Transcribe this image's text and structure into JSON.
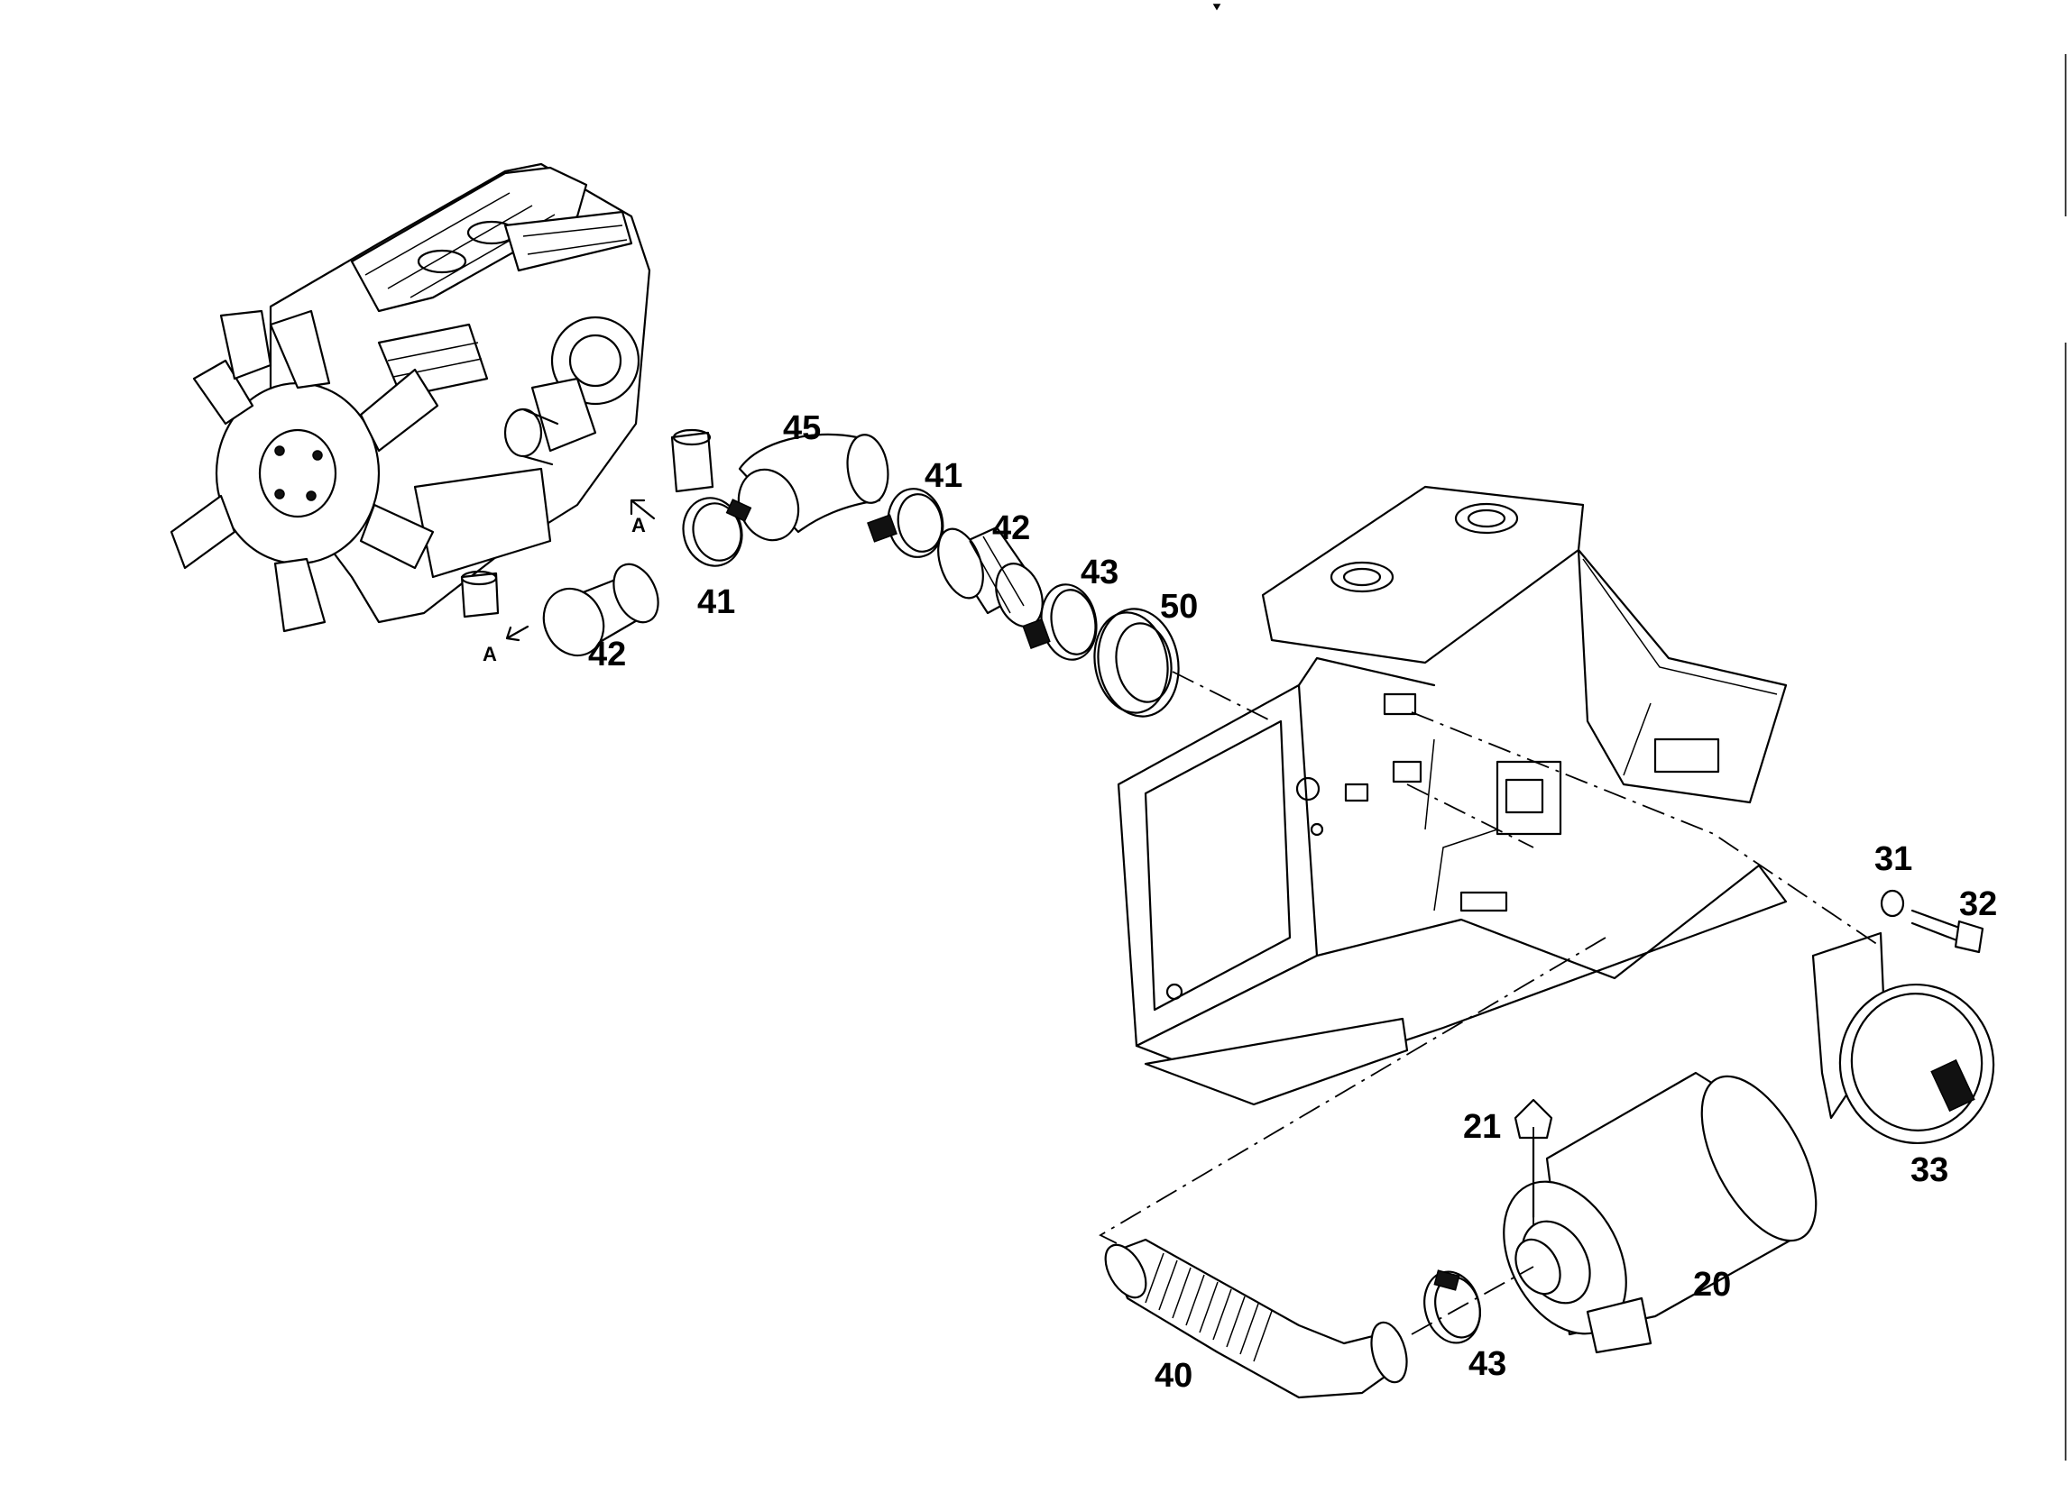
{
  "callouts": {
    "c45": "45",
    "c41a": "41",
    "c41b": "41",
    "c42a": "42",
    "c42b": "42",
    "c43a": "43",
    "c43b": "43",
    "c50": "50",
    "c31": "31",
    "c32": "32",
    "c33": "33",
    "c21": "21",
    "c20": "20",
    "c40": "40"
  },
  "view_markers": {
    "a1": "A",
    "a2": "A"
  }
}
